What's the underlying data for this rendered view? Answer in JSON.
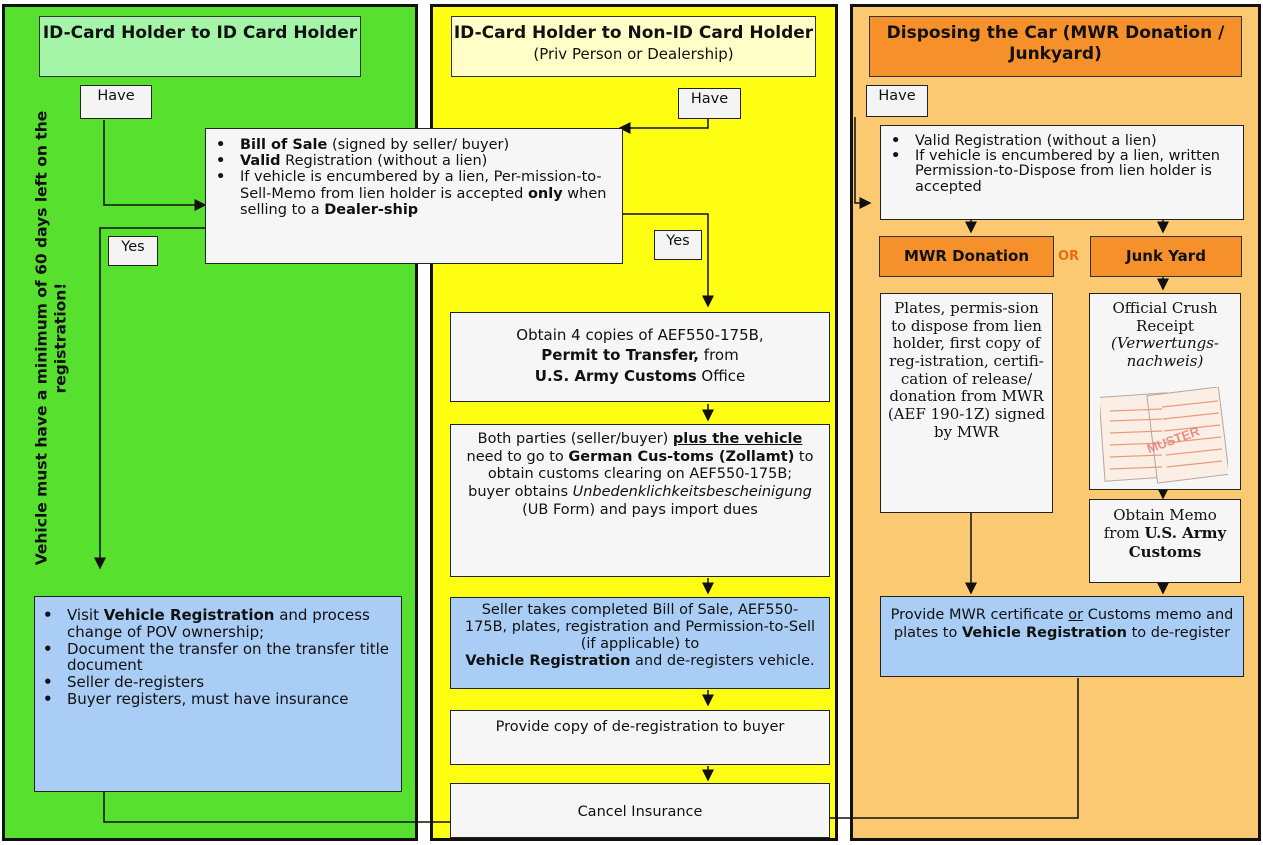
{
  "col1": {
    "header": "ID-Card Holder to ID Card Holder",
    "have": "Have",
    "yes": "Yes",
    "vertical_note": [
      "Vehicle must have a minimum of 60 days left on the",
      "registration!"
    ],
    "steps": [
      [
        "Visit ",
        "Vehicle Registration",
        " and process change of POV ownership;"
      ],
      "Document the transfer on the transfer title document",
      "Seller de-registers",
      "Buyer registers, must have insurance"
    ]
  },
  "shared": {
    "b1": [
      "Bill of Sale",
      " (signed by seller/ buyer)"
    ],
    "b2": [
      "Valid",
      " Registration (without a lien)"
    ],
    "b3": [
      "If vehicle is encumbered by a lien, Per-mission-to-Sell-Memo from lien holder is accepted ",
      "only",
      " when selling to a ",
      "Dealer-ship"
    ]
  },
  "col2": {
    "header_bold": "ID-Card Holder to Non-ID Card Holder",
    "header_rest": " (Priv Person or Dealership)",
    "have": "Have",
    "yes": "Yes",
    "step1": [
      "Obtain 4 copies of AEF550-175B,",
      "Permit to Transfer,",
      " from",
      "U.S. Army Customs",
      " Office"
    ],
    "step2": [
      "Both parties (seller/buyer) ",
      "plus the vehicle ",
      "need to go to ",
      "German Cus-toms (Zollamt)",
      " to obtain customs clearing on AEF550-175B; buyer obtains ",
      "Unbedenklichkeitsbescheinigung",
      " (UB Form) and pays import dues"
    ],
    "step3": [
      "Seller takes completed Bill of Sale, AEF550-175B, plates, registration and Permission-to-Sell (if applicable) to",
      "Vehicle Registration",
      " and de-registers vehicle."
    ],
    "step4": "Provide copy of de-registration to buyer",
    "step5": "Cancel Insurance"
  },
  "col3": {
    "header": "Disposing the Car (MWR Donation / Junkyard)",
    "have": "Have",
    "req1": "Valid Registration (without a lien)",
    "req2": "If vehicle is encumbered by a lien, written Permission-to-Dispose from lien holder is accepted",
    "mwr": "MWR Donation",
    "or": "OR",
    "junk": "Junk Yard",
    "mwr_text": "Plates, permis-sion to dispose from lien holder, first copy of reg-istration, certifi-cation of release/ donation from MWR (AEF 190-1Z) signed by MWR",
    "crush": [
      "Official Crush Receipt",
      "(Verwertungs-nachweis)"
    ],
    "stamp": "MUSTER",
    "memo": [
      "Obtain Memo from ",
      "U.S. Army Customs"
    ],
    "final": [
      "Provide MWR certificate ",
      "or",
      " Customs memo and plates to ",
      "Vehicle Registration",
      " to de-register"
    ]
  },
  "colors": {
    "green": "#58e02f",
    "yellow": "#ffff14",
    "orange": "#fbc972",
    "blue": "#a9cdf5",
    "orange_btn": "#f5902a"
  }
}
